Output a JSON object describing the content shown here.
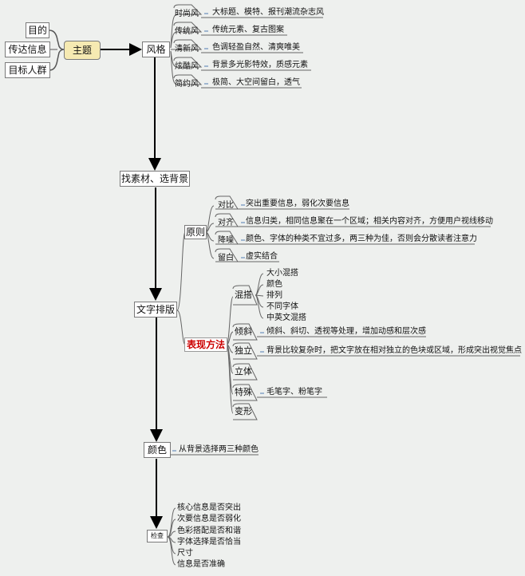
{
  "root": {
    "title": "主题",
    "inputs": [
      "目的",
      "传达信息",
      "目标人群"
    ]
  },
  "style": {
    "label": "风格",
    "items": [
      {
        "name": "时尚风",
        "desc": "大标题、模特、报刊潮流杂志风"
      },
      {
        "name": "传统风",
        "desc": "传统元素、复古图案"
      },
      {
        "name": "清新风",
        "desc": "色调轻盈自然、清爽唯美"
      },
      {
        "name": "炫酷风",
        "desc": "背景多光影特效，质感元素"
      },
      {
        "name": "简约风",
        "desc": "极简、大空间留白，透气"
      }
    ]
  },
  "material": {
    "label": "找素材、选背景"
  },
  "typography": {
    "label": "文字排版",
    "principles": {
      "label": "原则",
      "items": [
        {
          "name": "对比",
          "desc": "突出重要信息，弱化次要信息"
        },
        {
          "name": "对齐",
          "desc": "信息归类，相同信息聚在一个区域；相关内容对齐，方便用户视线移动"
        },
        {
          "name": "降噪",
          "desc": "颜色、字体的种类不宜过多，两三种为佳，否则会分散读者注意力"
        },
        {
          "name": "留白",
          "desc": "虚实结合"
        }
      ]
    },
    "methods": {
      "label": "表现方法",
      "mix": {
        "name": "混搭",
        "items": [
          "大小混搭",
          "颜色",
          "排列",
          "不同字体",
          "中英文混搭"
        ]
      },
      "items": [
        {
          "name": "倾斜",
          "desc": "倾斜、斜切、透视等处理，增加动感和层次感"
        },
        {
          "name": "独立",
          "desc": "背景比较复杂时，把文字放在相对独立的色块或区域，形成突出视觉焦点"
        },
        {
          "name": "立体",
          "desc": ""
        },
        {
          "name": "特殊",
          "desc": "毛笔字、粉笔字"
        },
        {
          "name": "变形",
          "desc": ""
        }
      ]
    }
  },
  "color": {
    "label": "颜色",
    "desc": "从背景选择两三种颜色"
  },
  "check": {
    "label": "检查",
    "items": [
      "核心信息是否突出",
      "次要信息是否弱化",
      "色彩搭配是否和谐",
      "字体选择是否恰当",
      "尺寸",
      "信息是否准确"
    ]
  },
  "colors": {
    "accent": "#cc0000",
    "root_fill": "#f6eab2",
    "connector": "#9fb6d0"
  }
}
